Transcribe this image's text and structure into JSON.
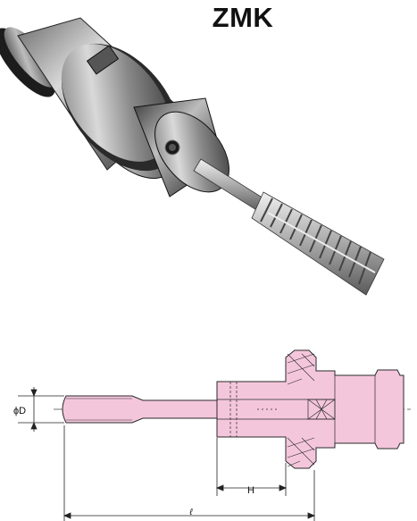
{
  "product": {
    "title": "ZMK"
  },
  "drawing": {
    "dim_diameter": "ϕD",
    "dim_h": "H",
    "dim_length": "ℓ",
    "fill_color": "#f4c6dc",
    "stroke_color": "#2a2a2a"
  }
}
